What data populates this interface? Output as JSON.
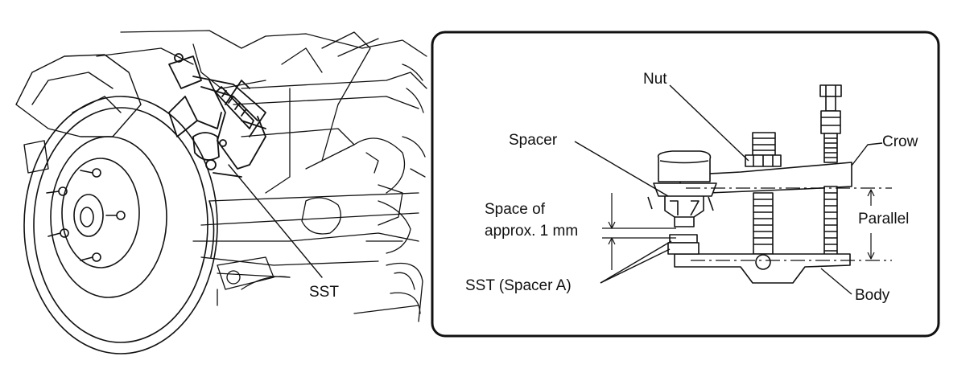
{
  "left_figure": {
    "labels": {
      "sst": "SST"
    },
    "icons": {
      "disc": "brake-disc-icon",
      "tool": "ball-joint-puller-icon"
    }
  },
  "detail_panel": {
    "labels": {
      "nut": "Nut",
      "spacer": "Spacer",
      "crow": "Crow",
      "space_line1": "Space of",
      "space_line2": "approx. 1 mm",
      "parallel": "Parallel",
      "sst_spacer_a": "SST (Spacer A)",
      "body": "Body"
    }
  },
  "colors": {
    "line": "#111111",
    "background": "#ffffff"
  }
}
